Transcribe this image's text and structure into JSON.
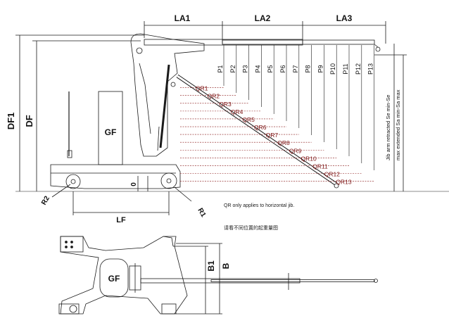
{
  "side_view": {
    "top_labels": [
      "LA1",
      "LA2",
      "LA3"
    ],
    "p_labels": [
      "P1",
      "P2",
      "P3",
      "P4",
      "P5",
      "P6",
      "P7",
      "P8",
      "P9",
      "P10",
      "P11",
      "P12",
      "P13"
    ],
    "qr_labels": [
      "QR1",
      "QR2",
      "QR3",
      "QR4",
      "QR5",
      "QR6",
      "QR7",
      "QR8",
      "QR9",
      "QR10",
      "QR11",
      "QR12",
      "QR13"
    ],
    "height_labels": [
      "DF1",
      "DF"
    ],
    "radius_labels": [
      "R2",
      "R1"
    ],
    "zero_label": "0",
    "length_label": "LF",
    "weight_label": "GF",
    "jib_note_lines": [
      "Jib arm retracted Se min-Se",
      "max extended Sa min-Sa max"
    ],
    "qr_note": "QR only applies to horizontal jib.",
    "chinese_note": "请看不同位置的起重量图"
  },
  "top_view": {
    "weight_label": "GF",
    "width_labels": [
      "B1",
      "B"
    ]
  },
  "colors": {
    "line": "#1a1a1a",
    "qr_red": "#8b1a1a"
  }
}
